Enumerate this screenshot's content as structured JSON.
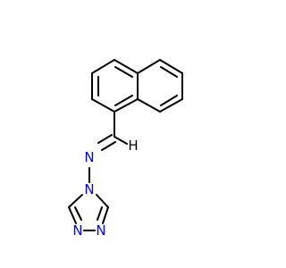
{
  "molecule": {
    "atoms": {
      "imine_n": {
        "symbol": "N",
        "color": "#0000ff"
      },
      "ring_n4": {
        "symbol": "N",
        "color": "#0000ff"
      },
      "ring_n1": {
        "symbol": "N",
        "color": "#0000ff"
      },
      "ring_n2": {
        "symbol": "N",
        "color": "#0000ff"
      },
      "imine_h": {
        "symbol": "H",
        "color": "#000000"
      }
    },
    "bond_color": "#000000"
  }
}
